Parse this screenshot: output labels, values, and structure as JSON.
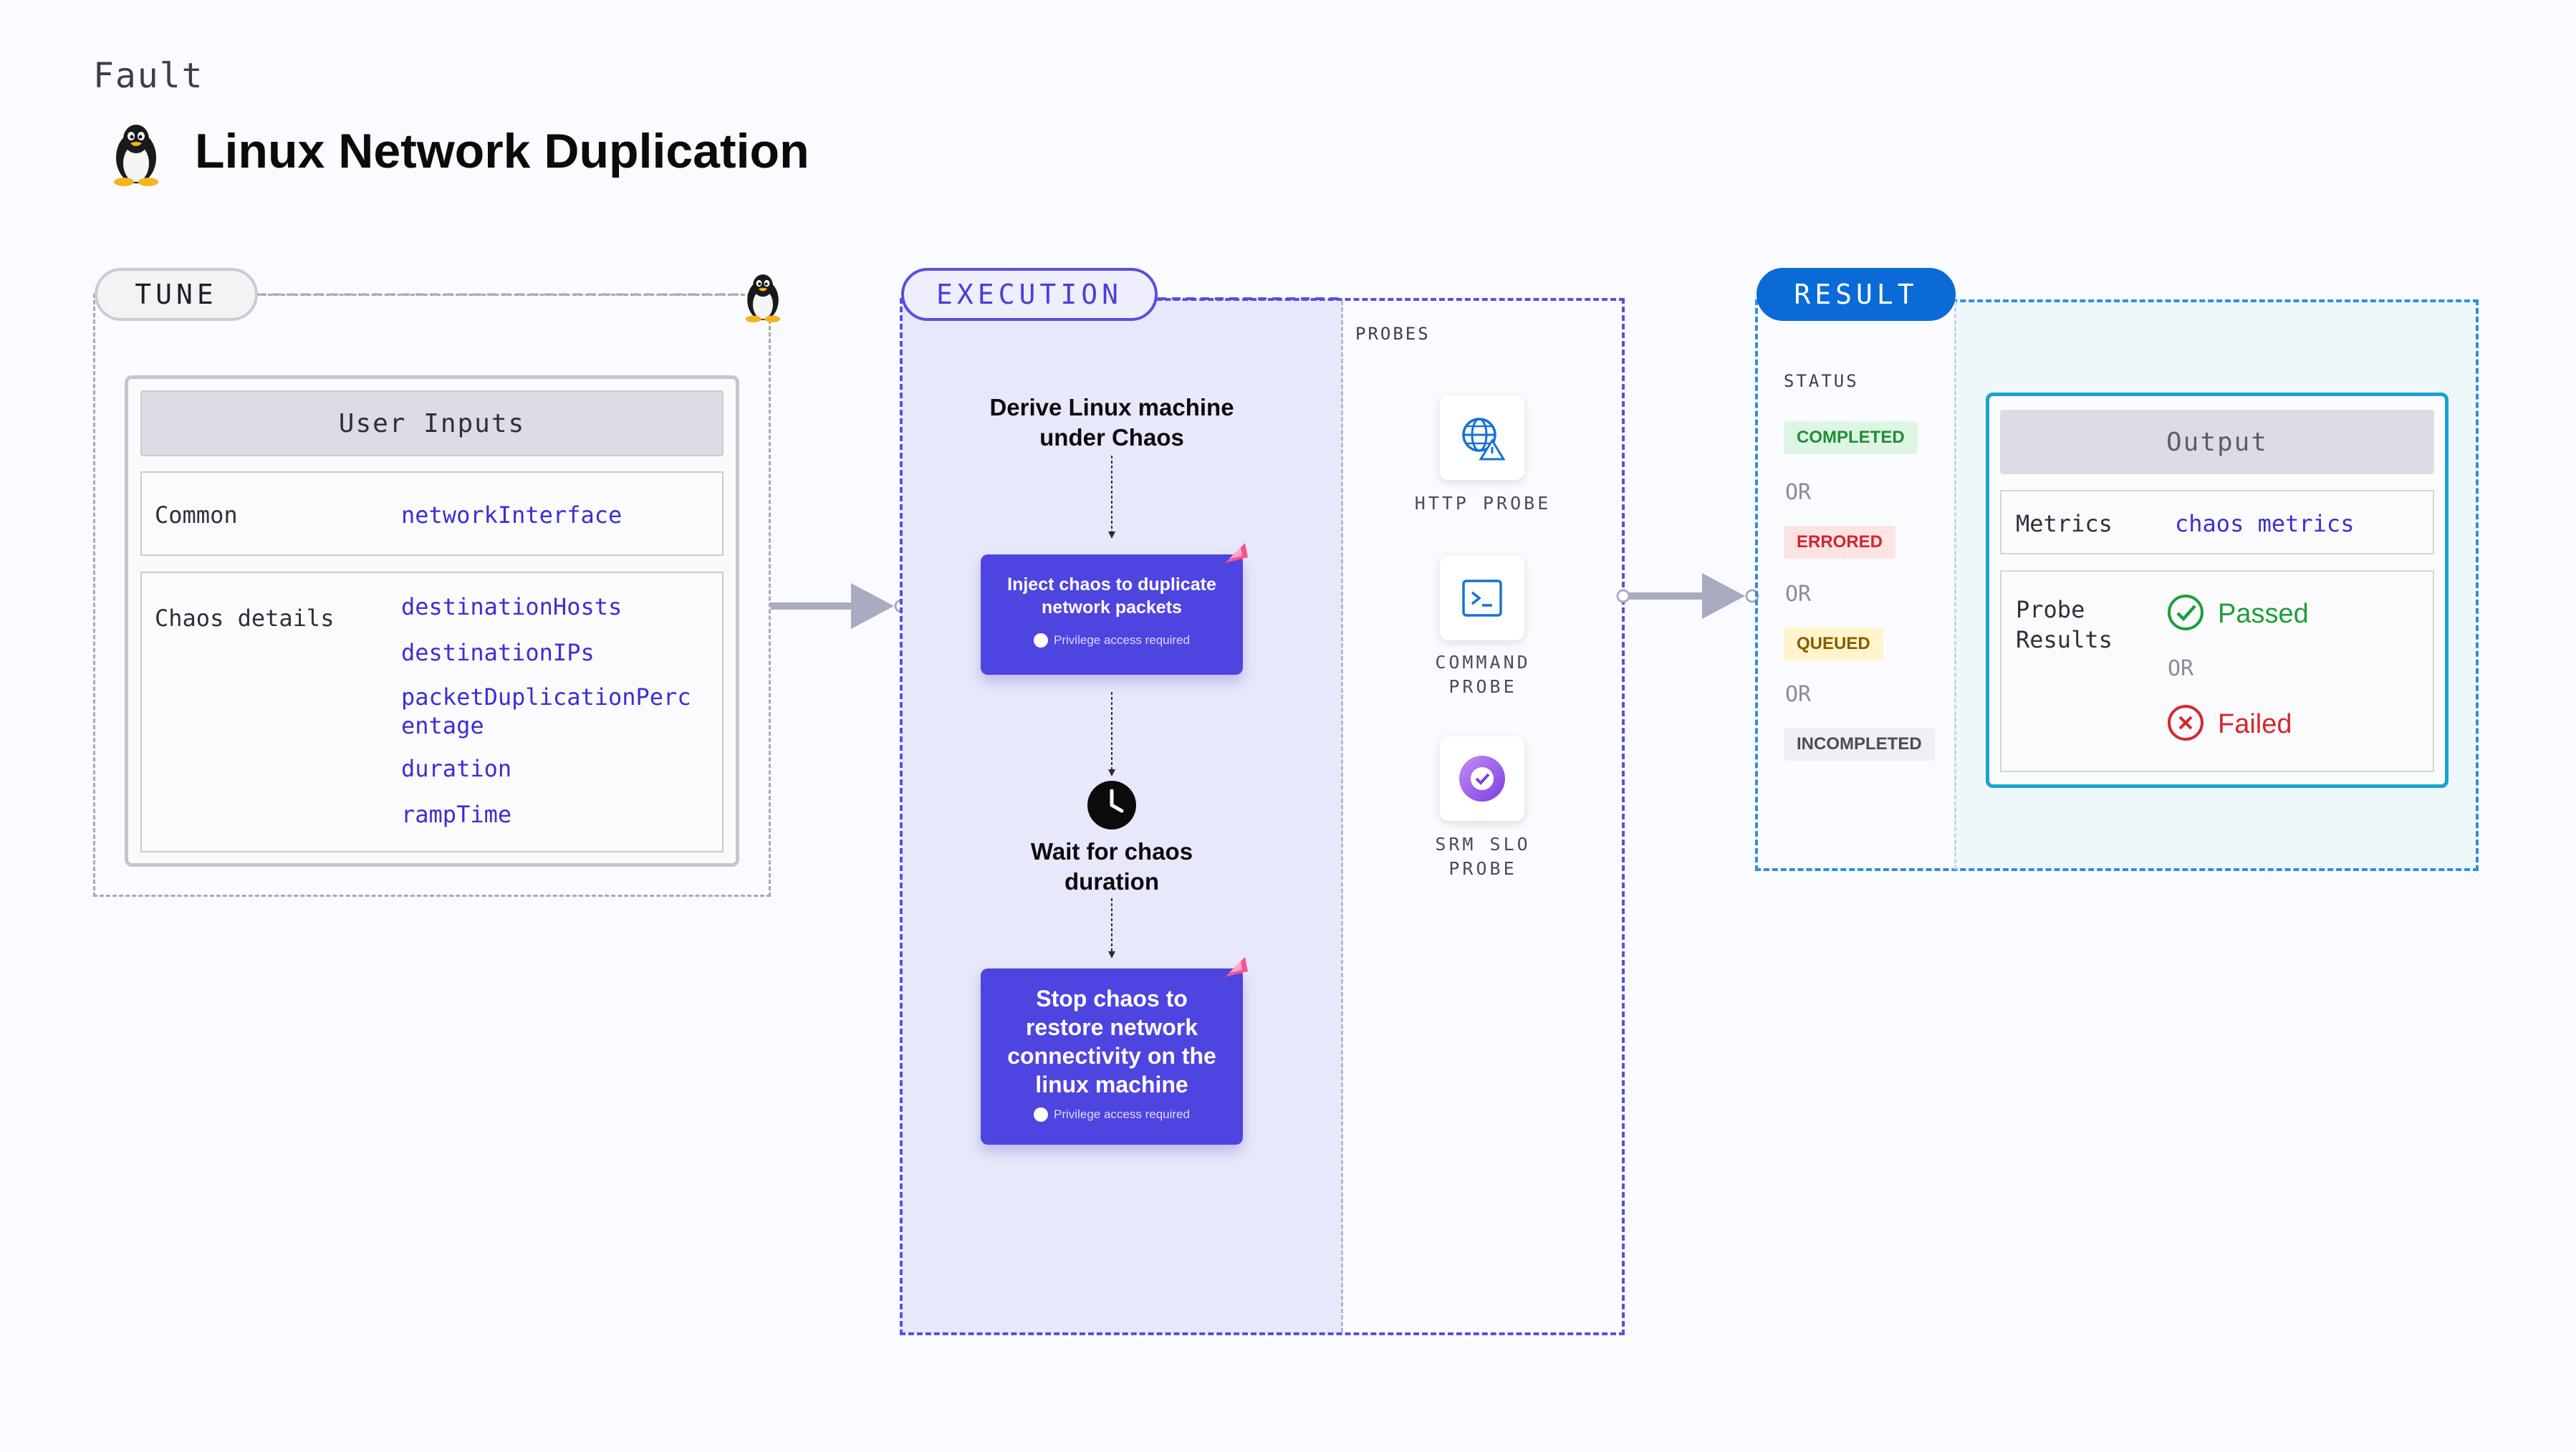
{
  "header": {
    "fault_label": "Fault",
    "title": "Linux Network Duplication",
    "icon": "linux-penguin-icon"
  },
  "tune": {
    "pill": "TUNE",
    "user_inputs": "User Inputs",
    "common_label": "Common",
    "common_params": [
      "networkInterface"
    ],
    "chaos_label": "Chaos details",
    "chaos_params": [
      "destinationHosts",
      "destinationIPs",
      "packetDuplicationPerc",
      "entage",
      "duration",
      "rampTime"
    ]
  },
  "execution": {
    "pill": "EXECUTION",
    "step1": [
      "Derive Linux machine",
      "under Chaos"
    ],
    "card1": [
      "Inject chaos to duplicate",
      "network packets"
    ],
    "card1_priv": "Privilege access required",
    "step2": [
      "Wait for chaos",
      "duration"
    ],
    "card2": [
      "Stop chaos to",
      "restore network",
      "connectivity on the",
      "linux machine"
    ],
    "card2_priv": "Privilege access required",
    "probes_label": "PROBES",
    "probes": [
      {
        "lines": [
          "HTTP PROBE"
        ],
        "icon": "globe-warning-icon"
      },
      {
        "lines": [
          "COMMAND",
          "PROBE"
        ],
        "icon": "terminal-icon"
      },
      {
        "lines": [
          "SRM SLO",
          "PROBE"
        ],
        "icon": "slo-check-icon"
      }
    ]
  },
  "result": {
    "pill": "RESULT",
    "status_label": "STATUS",
    "statuses": [
      "COMPLETED",
      "ERRORED",
      "QUEUED",
      "INCOMPLETED"
    ],
    "or": "OR",
    "output": "Output",
    "metrics_label": "Metrics",
    "metrics_value": "chaos metrics",
    "probe_results_label": [
      "Probe",
      "Results"
    ],
    "passed": "Passed",
    "failed": "Failed"
  },
  "colors": {
    "execution_accent": "#4e44e0",
    "result_accent": "#0a6bd8",
    "param_text": "#3b2fd4",
    "passed": "#1e9e3a",
    "failed": "#d8262f"
  }
}
